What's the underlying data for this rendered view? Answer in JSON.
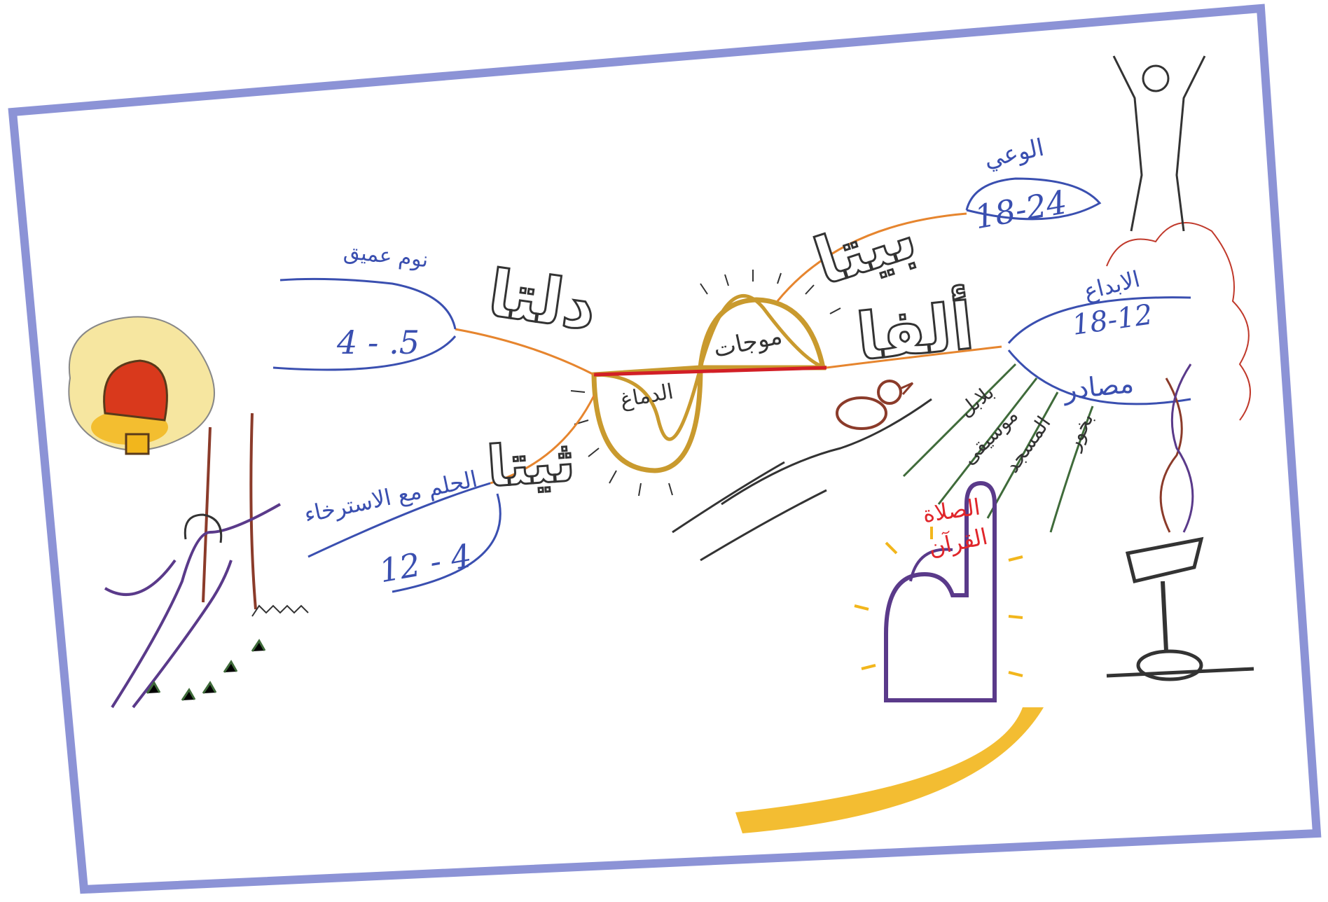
{
  "center": {
    "label_top": "موجات",
    "label_bottom": "الدماغ"
  },
  "branches": [
    {
      "id": "beta",
      "title": "بيتا",
      "range": "18-24",
      "note": "الوعي",
      "color": "#e6852e"
    },
    {
      "id": "alpha",
      "title": "ألفا",
      "range": "18-12",
      "note": "الابداع",
      "color": "#e6852e"
    },
    {
      "id": "delta",
      "title": "دلتا",
      "range": "4 - .5",
      "note": "نوم عميق",
      "color": "#e6852e"
    },
    {
      "id": "theta",
      "title": "ثيتا",
      "range": "12 - 4",
      "note": "الحلم مع الاسترخاء",
      "color": "#e6852e"
    }
  ],
  "alpha_sources": {
    "label": "مصادر",
    "items": [
      "بلابل",
      "موسيقى",
      "المسجد",
      "بخور"
    ]
  },
  "mosque_words": [
    "الصلاة",
    "القرآن"
  ],
  "colors": {
    "frame": "#8c93d6",
    "branch": "#e6852e",
    "center_line": "#d21f26",
    "blue_ink": "#3a4fb0",
    "gold": "#c99a2e",
    "yellow": "#f2b61c",
    "red_ink": "#e0262b",
    "purple": "#5a3a8a",
    "green": "#3f6b3a"
  }
}
